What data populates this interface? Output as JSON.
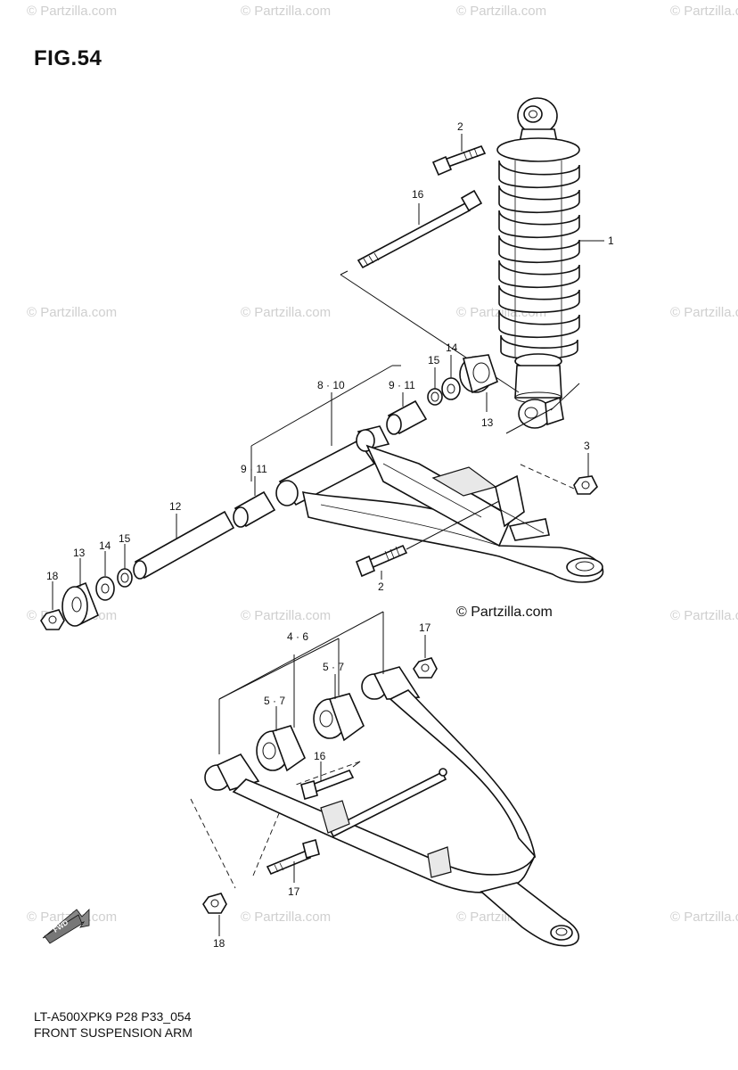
{
  "figure": {
    "title": "FIG.54",
    "model_code": "LT-A500XPK9 P28 P33_054",
    "section_title": "FRONT SUSPENSION ARM"
  },
  "watermark": {
    "text": "© Partzilla.com",
    "brand_text": "© Partzilla.com"
  },
  "callouts": {
    "shock_absorber": "1",
    "upper_bolt": "2",
    "lower_bolt": "2",
    "nut_upper": "3",
    "lower_bushing_set": "4 · 6",
    "bushing_right": "5 · 7",
    "bushing_left": "5 · 7",
    "upper_arm_assembly": "8 · 10",
    "upper_bushing_right": "9 · 11",
    "upper_bushing_left": "9 · 11",
    "spacer": "12",
    "cap_right": "13",
    "cap_left": "13",
    "washer_right": "14",
    "washer_left": "14",
    "seal_right": "15",
    "seal_left": "15",
    "long_bolt_upper": "16",
    "long_bolt_lower": "16",
    "bolt_lower_arm": "17",
    "nut_lower_arm": "17",
    "nut_left": "18",
    "nut_bottom": "18"
  },
  "icons": {
    "fwd": "forward-arrow-icon"
  },
  "fwd_label": "FWD",
  "colors": {
    "line": "#111111",
    "watermark": "#cfcfcf"
  }
}
